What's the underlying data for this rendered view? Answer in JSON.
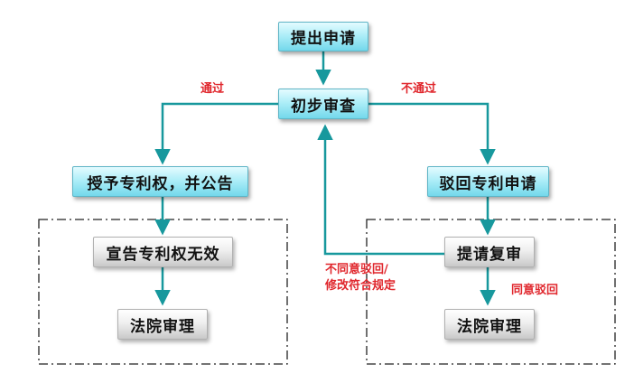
{
  "nodes": {
    "submit": "提出申请",
    "preliminary": "初步审查",
    "grant": "授予专利权，并公告",
    "reject": "驳回专利申请",
    "invalid": "宣告专利权无效",
    "court_left": "法院审理",
    "reexam": "提请复审",
    "court_right": "法院审理"
  },
  "edge_labels": {
    "pass": "通过",
    "fail": "不通过",
    "disagree_line1": "不同意驳回/",
    "disagree_line2": "修改符合规定",
    "agree": "同意驳回"
  },
  "colors": {
    "arrow": "#17989d",
    "label": "#e0262c",
    "box_blue": "#aeeef8",
    "box_gray": "#e6e6e6"
  }
}
